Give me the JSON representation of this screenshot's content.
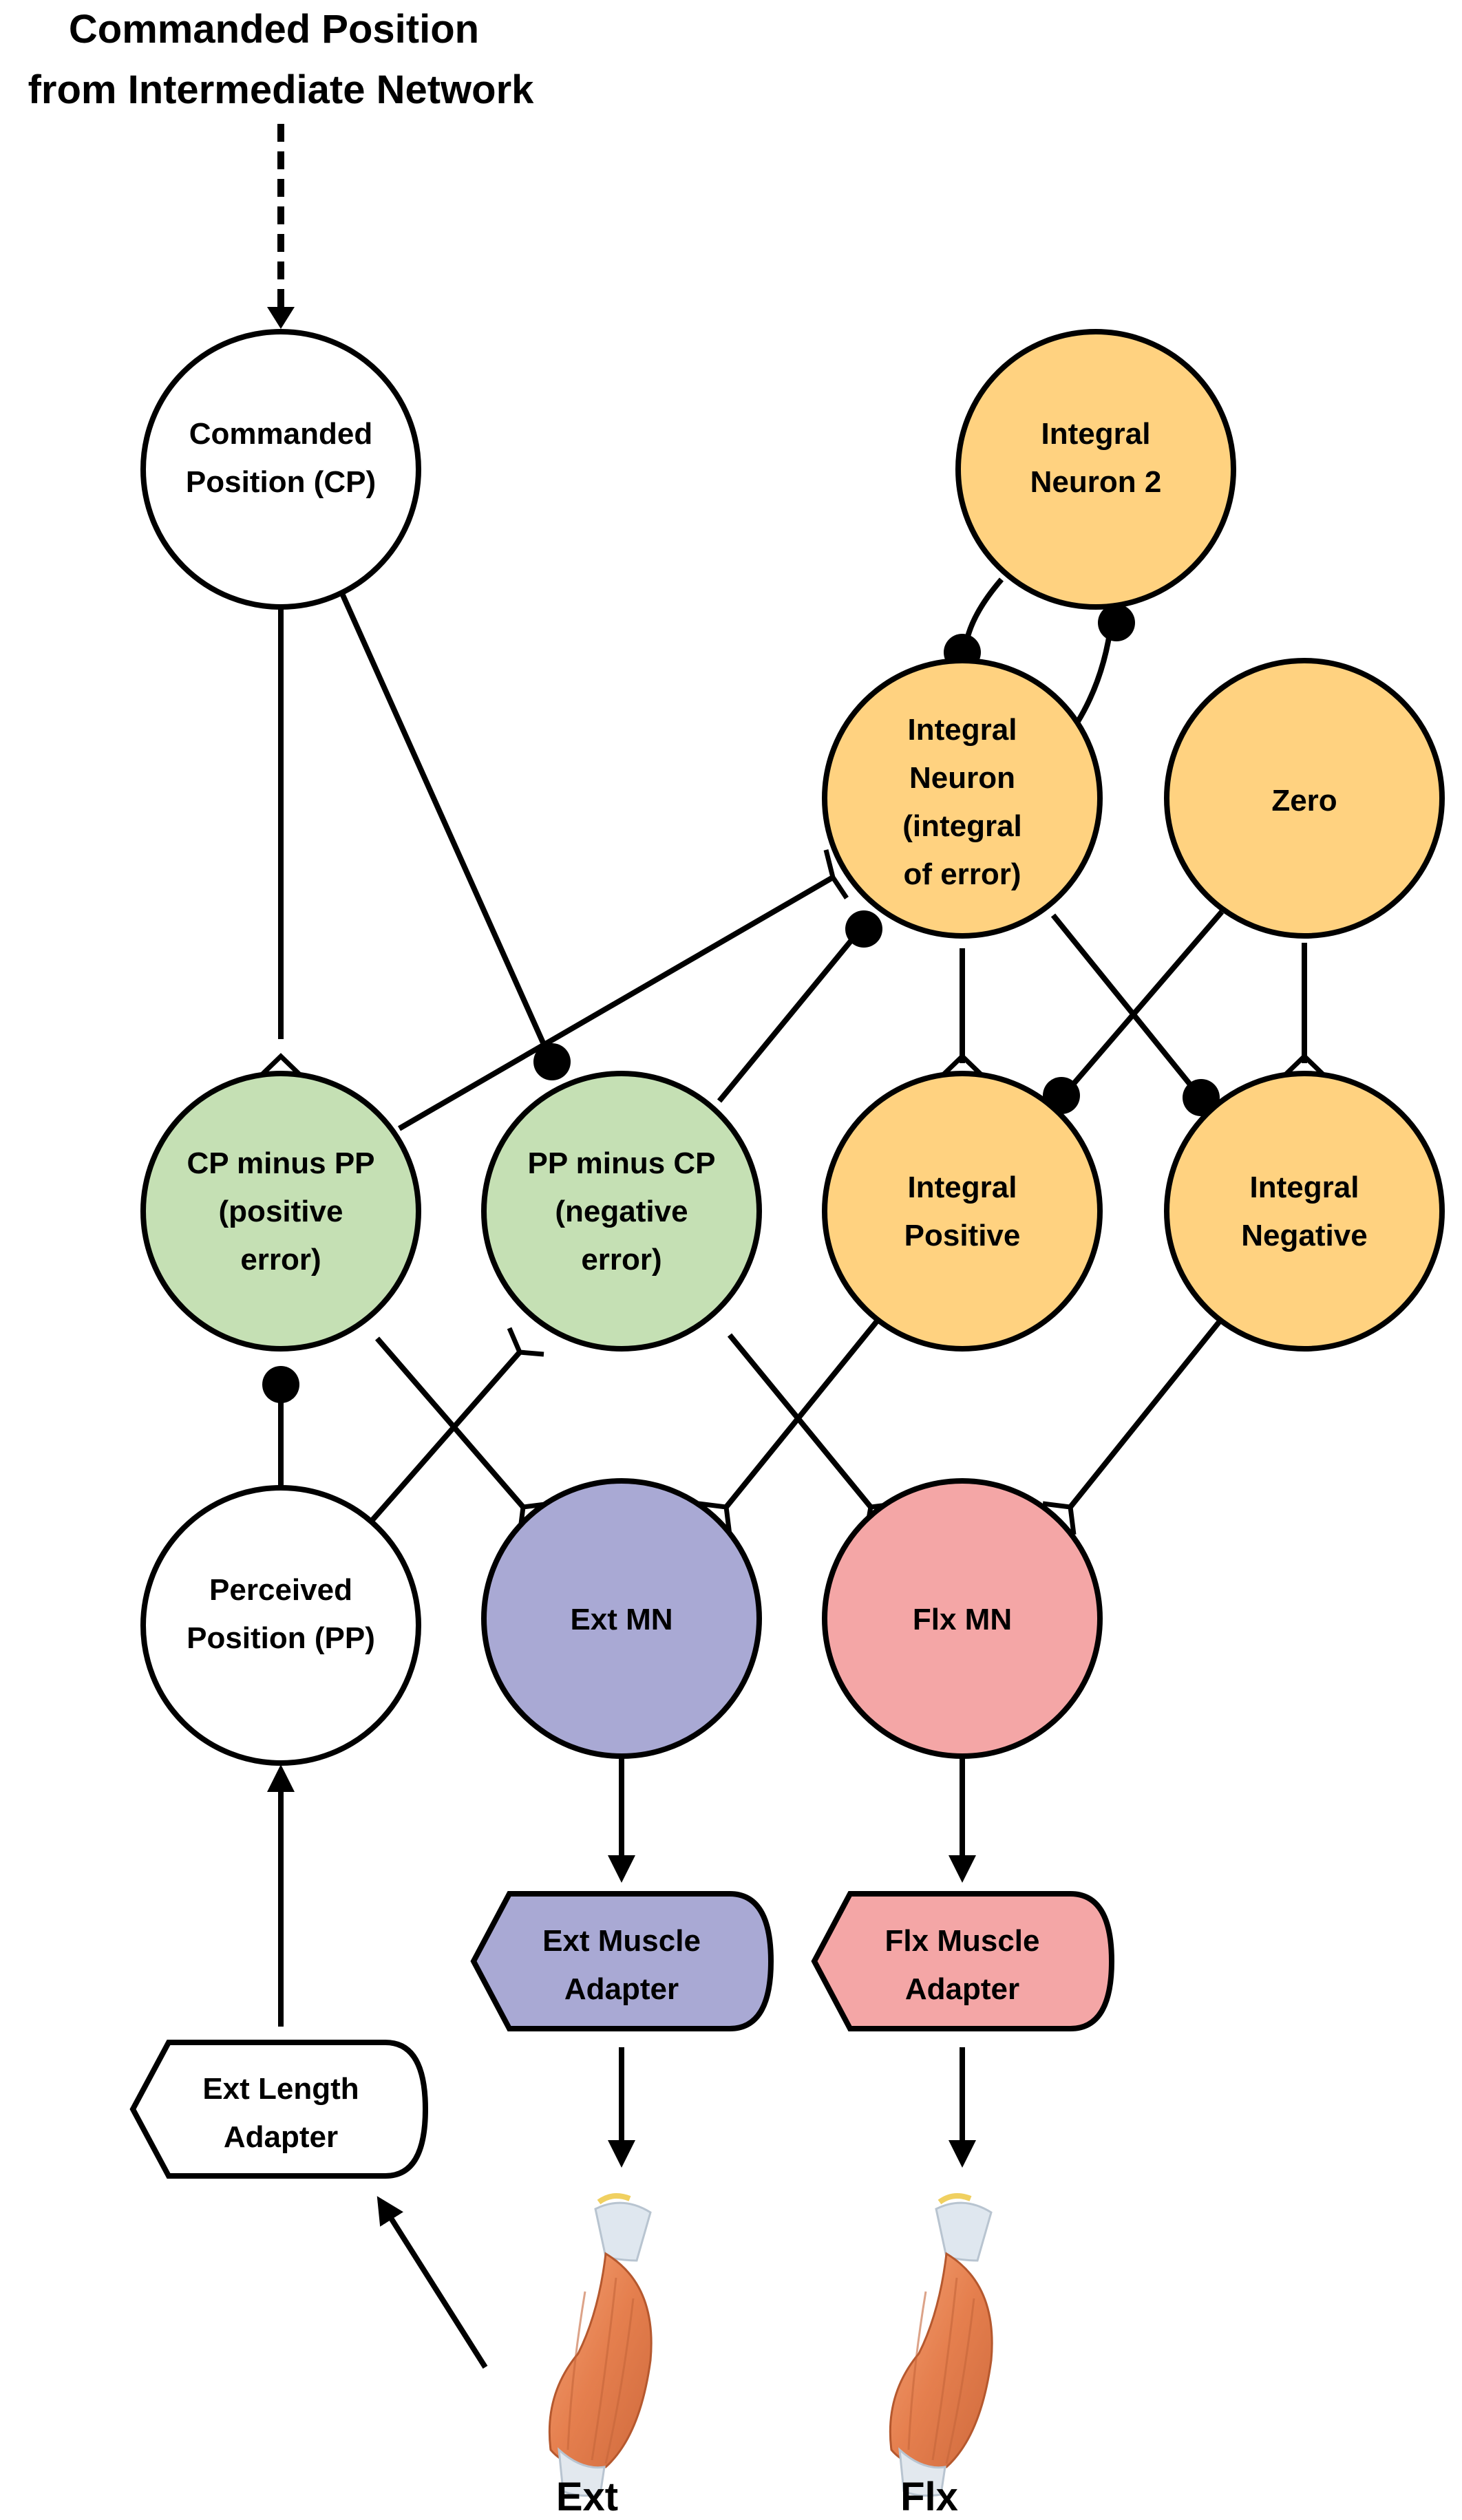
{
  "header": {
    "line1": "Commanded Position",
    "line2": "from Intermediate Network"
  },
  "colors": {
    "white": "#ffffff",
    "green": "#c5e0b4",
    "orange": "#ffd280",
    "blue": "#a9a9d4",
    "pink": "#f4a6a6",
    "stroke": "#000000",
    "muscle": "#e88a5c"
  },
  "nodes": {
    "cp": [
      "Commanded",
      "Position (CP)"
    ],
    "integral2": [
      "Integral",
      "Neuron 2"
    ],
    "integral": [
      "Integral",
      "Neuron",
      "(integral",
      "of error)"
    ],
    "zero": [
      "Zero"
    ],
    "cp_minus_pp": [
      "CP minus PP",
      "(positive",
      "error)"
    ],
    "pp_minus_cp": [
      "PP minus CP",
      "(negative",
      "error)"
    ],
    "int_pos": [
      "Integral",
      "Positive"
    ],
    "int_neg": [
      "Integral",
      "Negative"
    ],
    "pp": [
      "Perceived",
      "Position (PP)"
    ],
    "ext_mn": [
      "Ext MN"
    ],
    "flx_mn": [
      "Flx MN"
    ]
  },
  "adapters": {
    "ext_muscle": [
      "Ext Muscle",
      "Adapter"
    ],
    "flx_muscle": [
      "Flx Muscle",
      "Adapter"
    ],
    "ext_length": [
      "Ext Length",
      "Adapter"
    ]
  },
  "muscles": {
    "ext": "Ext",
    "flx": "Flx"
  },
  "icons": {
    "inhibitory": "filled-circle-terminal-icon",
    "excitatory": "fork-terminal-icon",
    "muscle": "muscle-icon"
  }
}
